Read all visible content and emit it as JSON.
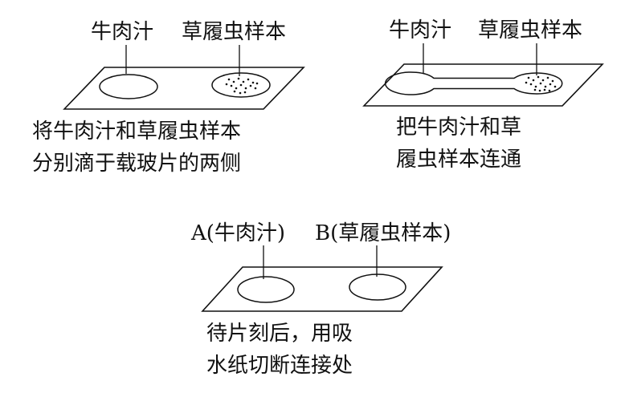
{
  "panel1": {
    "label_left": "牛肉汁",
    "label_right": "草履虫样本",
    "caption_line1": "将牛肉汁和草履虫样本",
    "caption_line2": "分别滴于载玻片的两侧"
  },
  "panel2": {
    "label_left": "牛肉汁",
    "label_right": "草履虫样本",
    "caption_line1": "把牛肉汁和草",
    "caption_line2": "履虫样本连通"
  },
  "panel3": {
    "label_left": "A(牛肉汁)",
    "label_right": "B(草履虫样本)",
    "caption_line1": "待片刻后，用吸",
    "caption_line2": "水纸切断连接处"
  },
  "colors": {
    "ink": "#111111",
    "paper": "#ffffff"
  }
}
